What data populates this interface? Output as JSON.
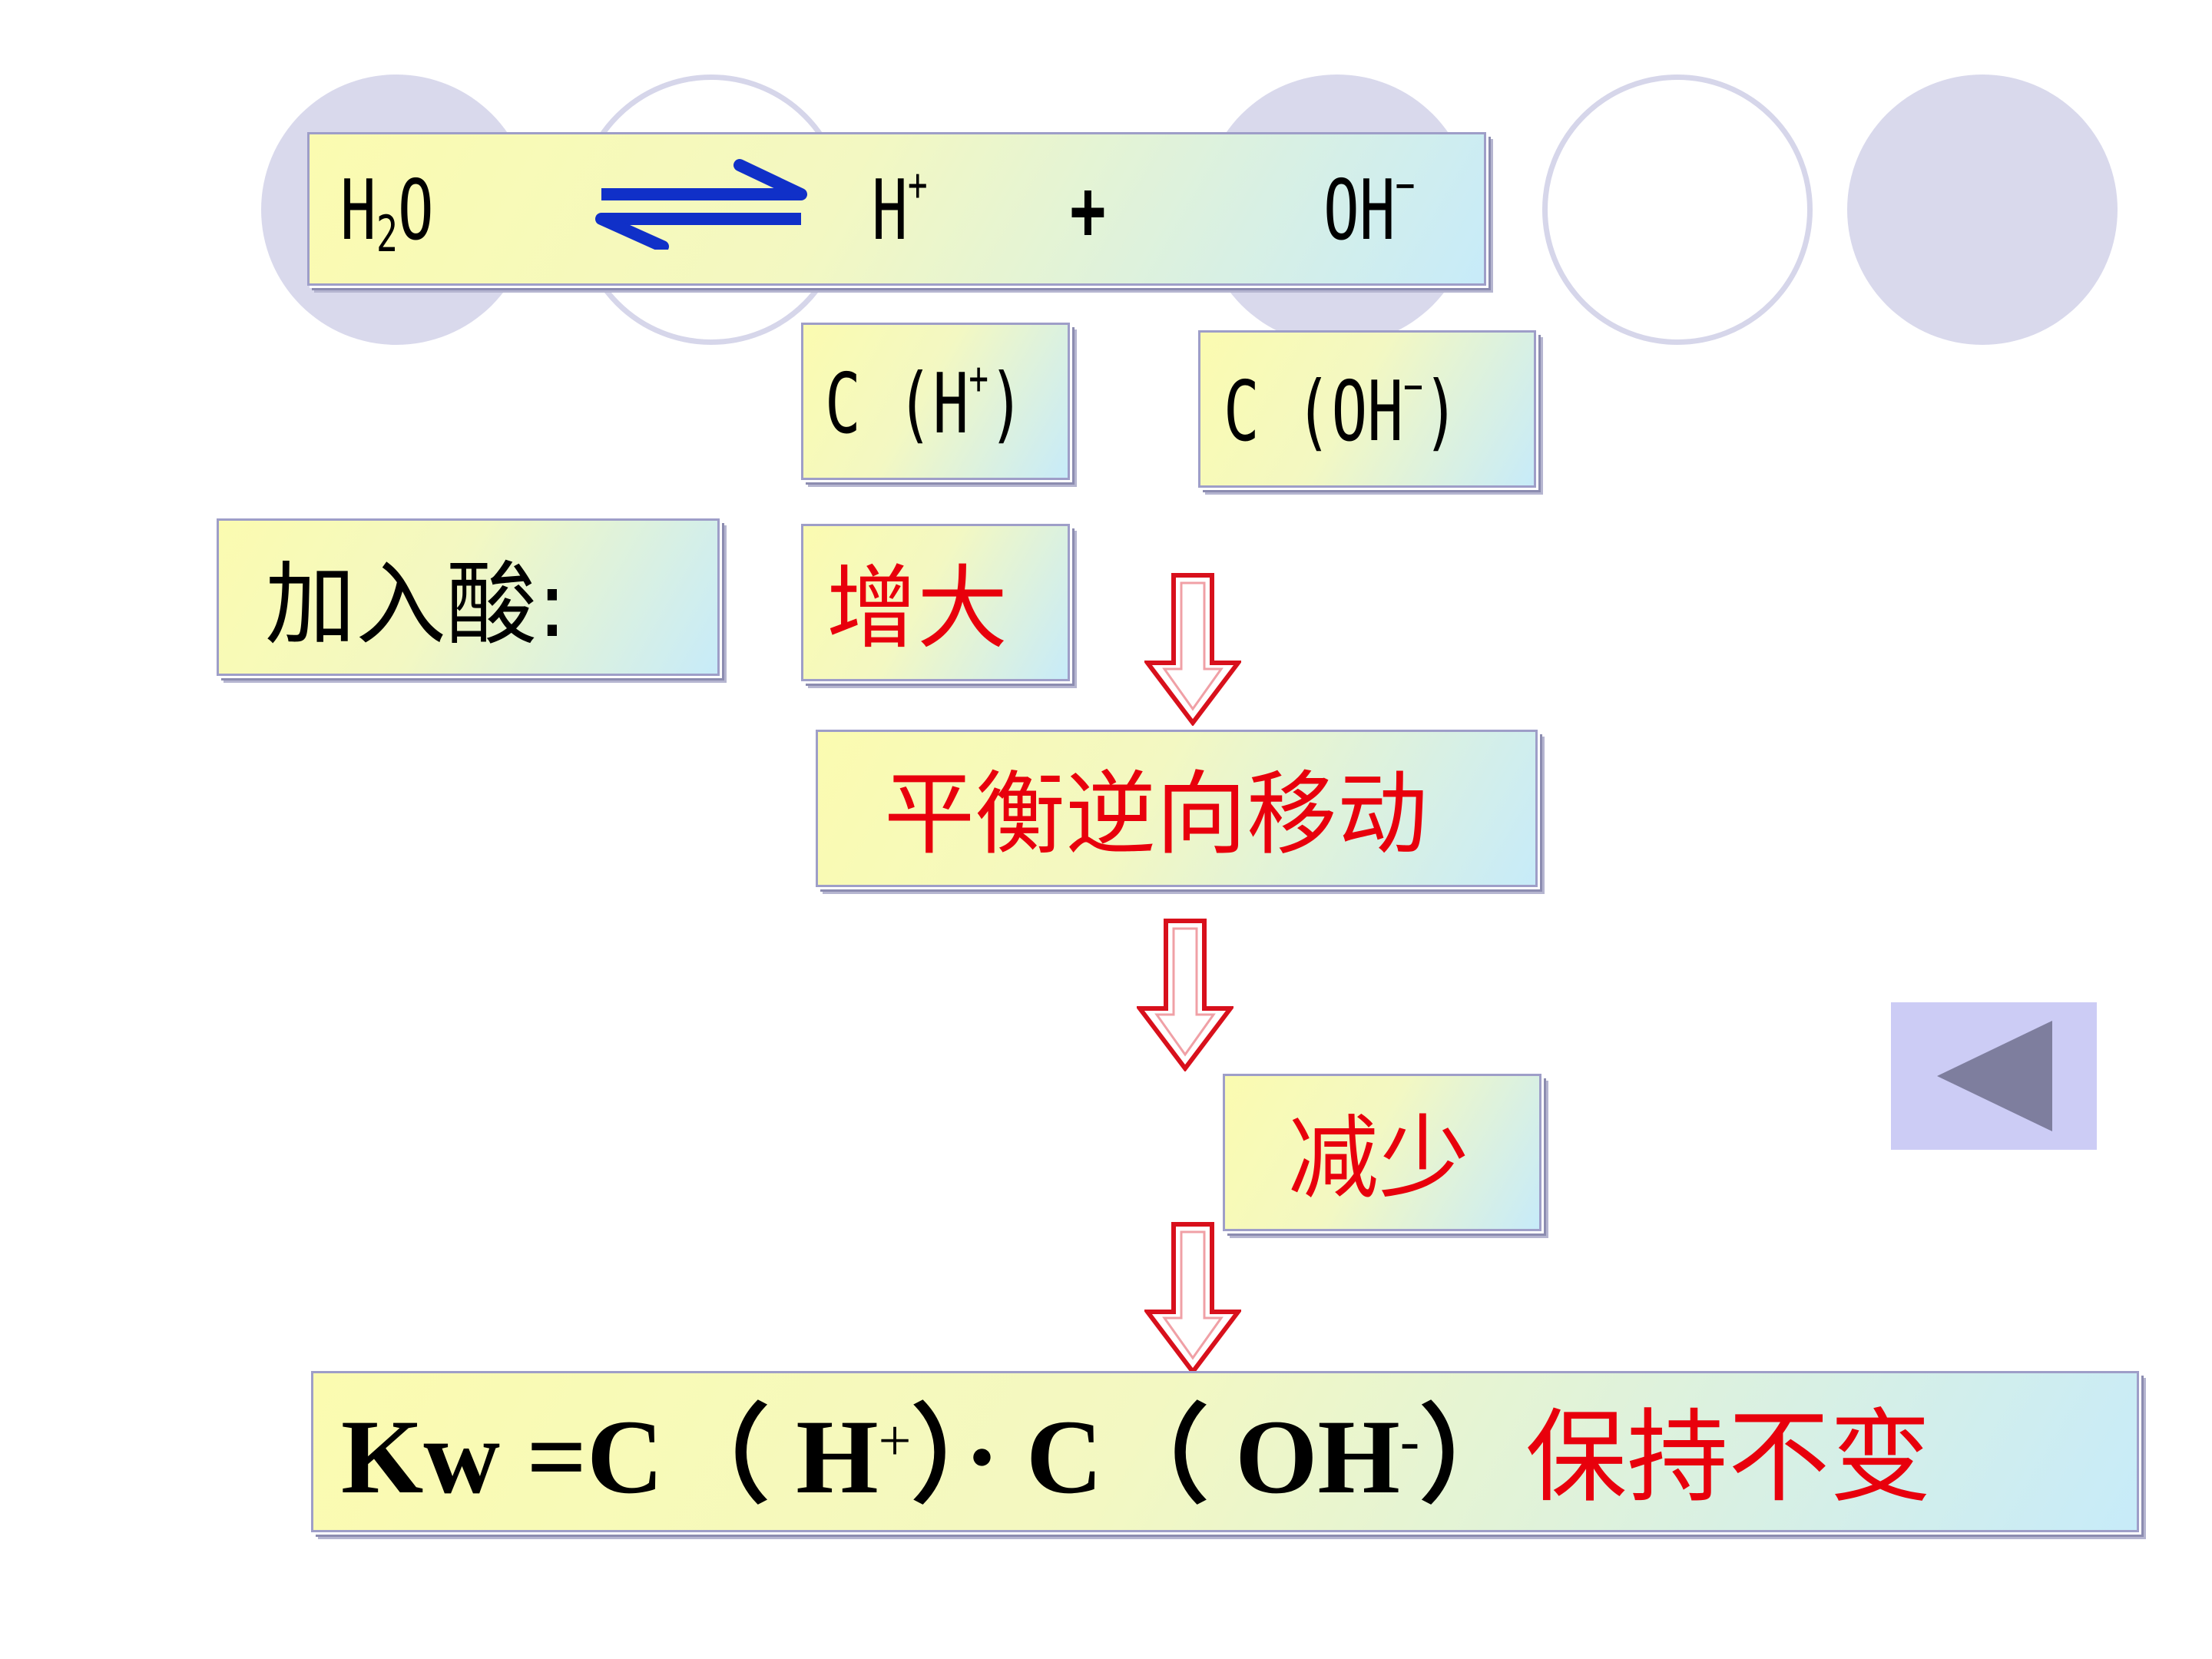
{
  "equation": {
    "reactant": "H",
    "reactant_subscript": "2",
    "reactant_tail": "O",
    "product1": "H",
    "product1_charge": "+",
    "plus": "+",
    "product2": "OH",
    "product2_charge": "−"
  },
  "conc_h": {
    "prefix": "C (H",
    "charge": "+",
    "suffix": ")"
  },
  "conc_oh": {
    "prefix": "C (OH",
    "charge": "−",
    "suffix": ")"
  },
  "add_acid_label": "加入酸:",
  "increase_label": "增大",
  "shift_label": "平衡逆向移动",
  "decrease_label": "减少",
  "kw": {
    "lhs": "Kw =C（ H",
    "h_charge": "+",
    "mid": "）· C（ OH",
    "oh_charge": "-",
    "close": "）",
    "constant": "保持不变"
  },
  "nav": {
    "icon": "back-triangle-icon"
  },
  "colors": {
    "accent_red": "#e8000c",
    "arrow_blue": "#1030c8",
    "circle_fill": "#d9d9ec",
    "nav_bg": "#ccccf5",
    "nav_triangle": "#7e7e9e"
  }
}
